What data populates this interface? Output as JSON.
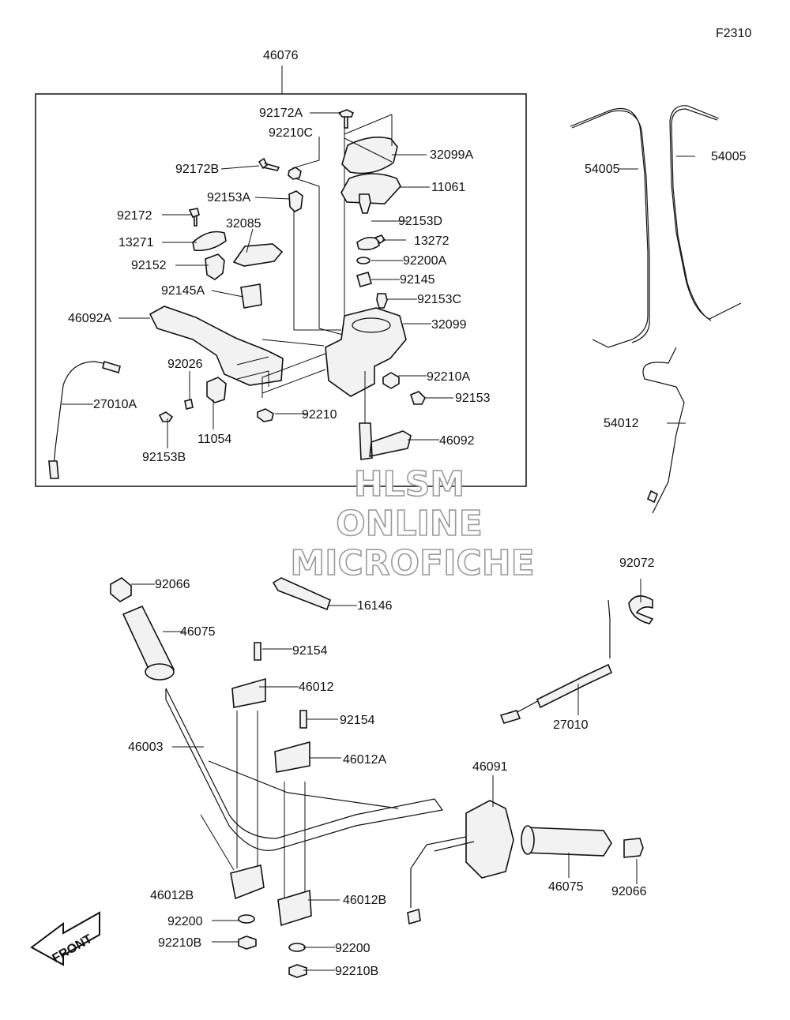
{
  "figure_code": "F2310",
  "assembly_label": "46076",
  "watermark": [
    "HLSM",
    "ONLINE",
    "MICROFICHE"
  ],
  "front_label": "FRONT",
  "callouts": [
    "92172A",
    "92210C",
    "32099A",
    "92172B",
    "11061",
    "92153A",
    "92153D",
    "92172",
    "32085",
    "13272",
    "13271",
    "92200A",
    "92152",
    "92145",
    "92145A",
    "92153C",
    "46092A",
    "32099",
    "92026",
    "92210A",
    "27010A",
    "92153",
    "11054",
    "92210",
    "92153B",
    "46092",
    "54005",
    "54005",
    "54012",
    "92066",
    "16146",
    "92072",
    "46075",
    "92154",
    "46012",
    "27010",
    "92154",
    "46003",
    "46012A",
    "46091",
    "46012B",
    "46012B",
    "46075",
    "92066",
    "92200",
    "92210B",
    "92200",
    "92210B"
  ]
}
